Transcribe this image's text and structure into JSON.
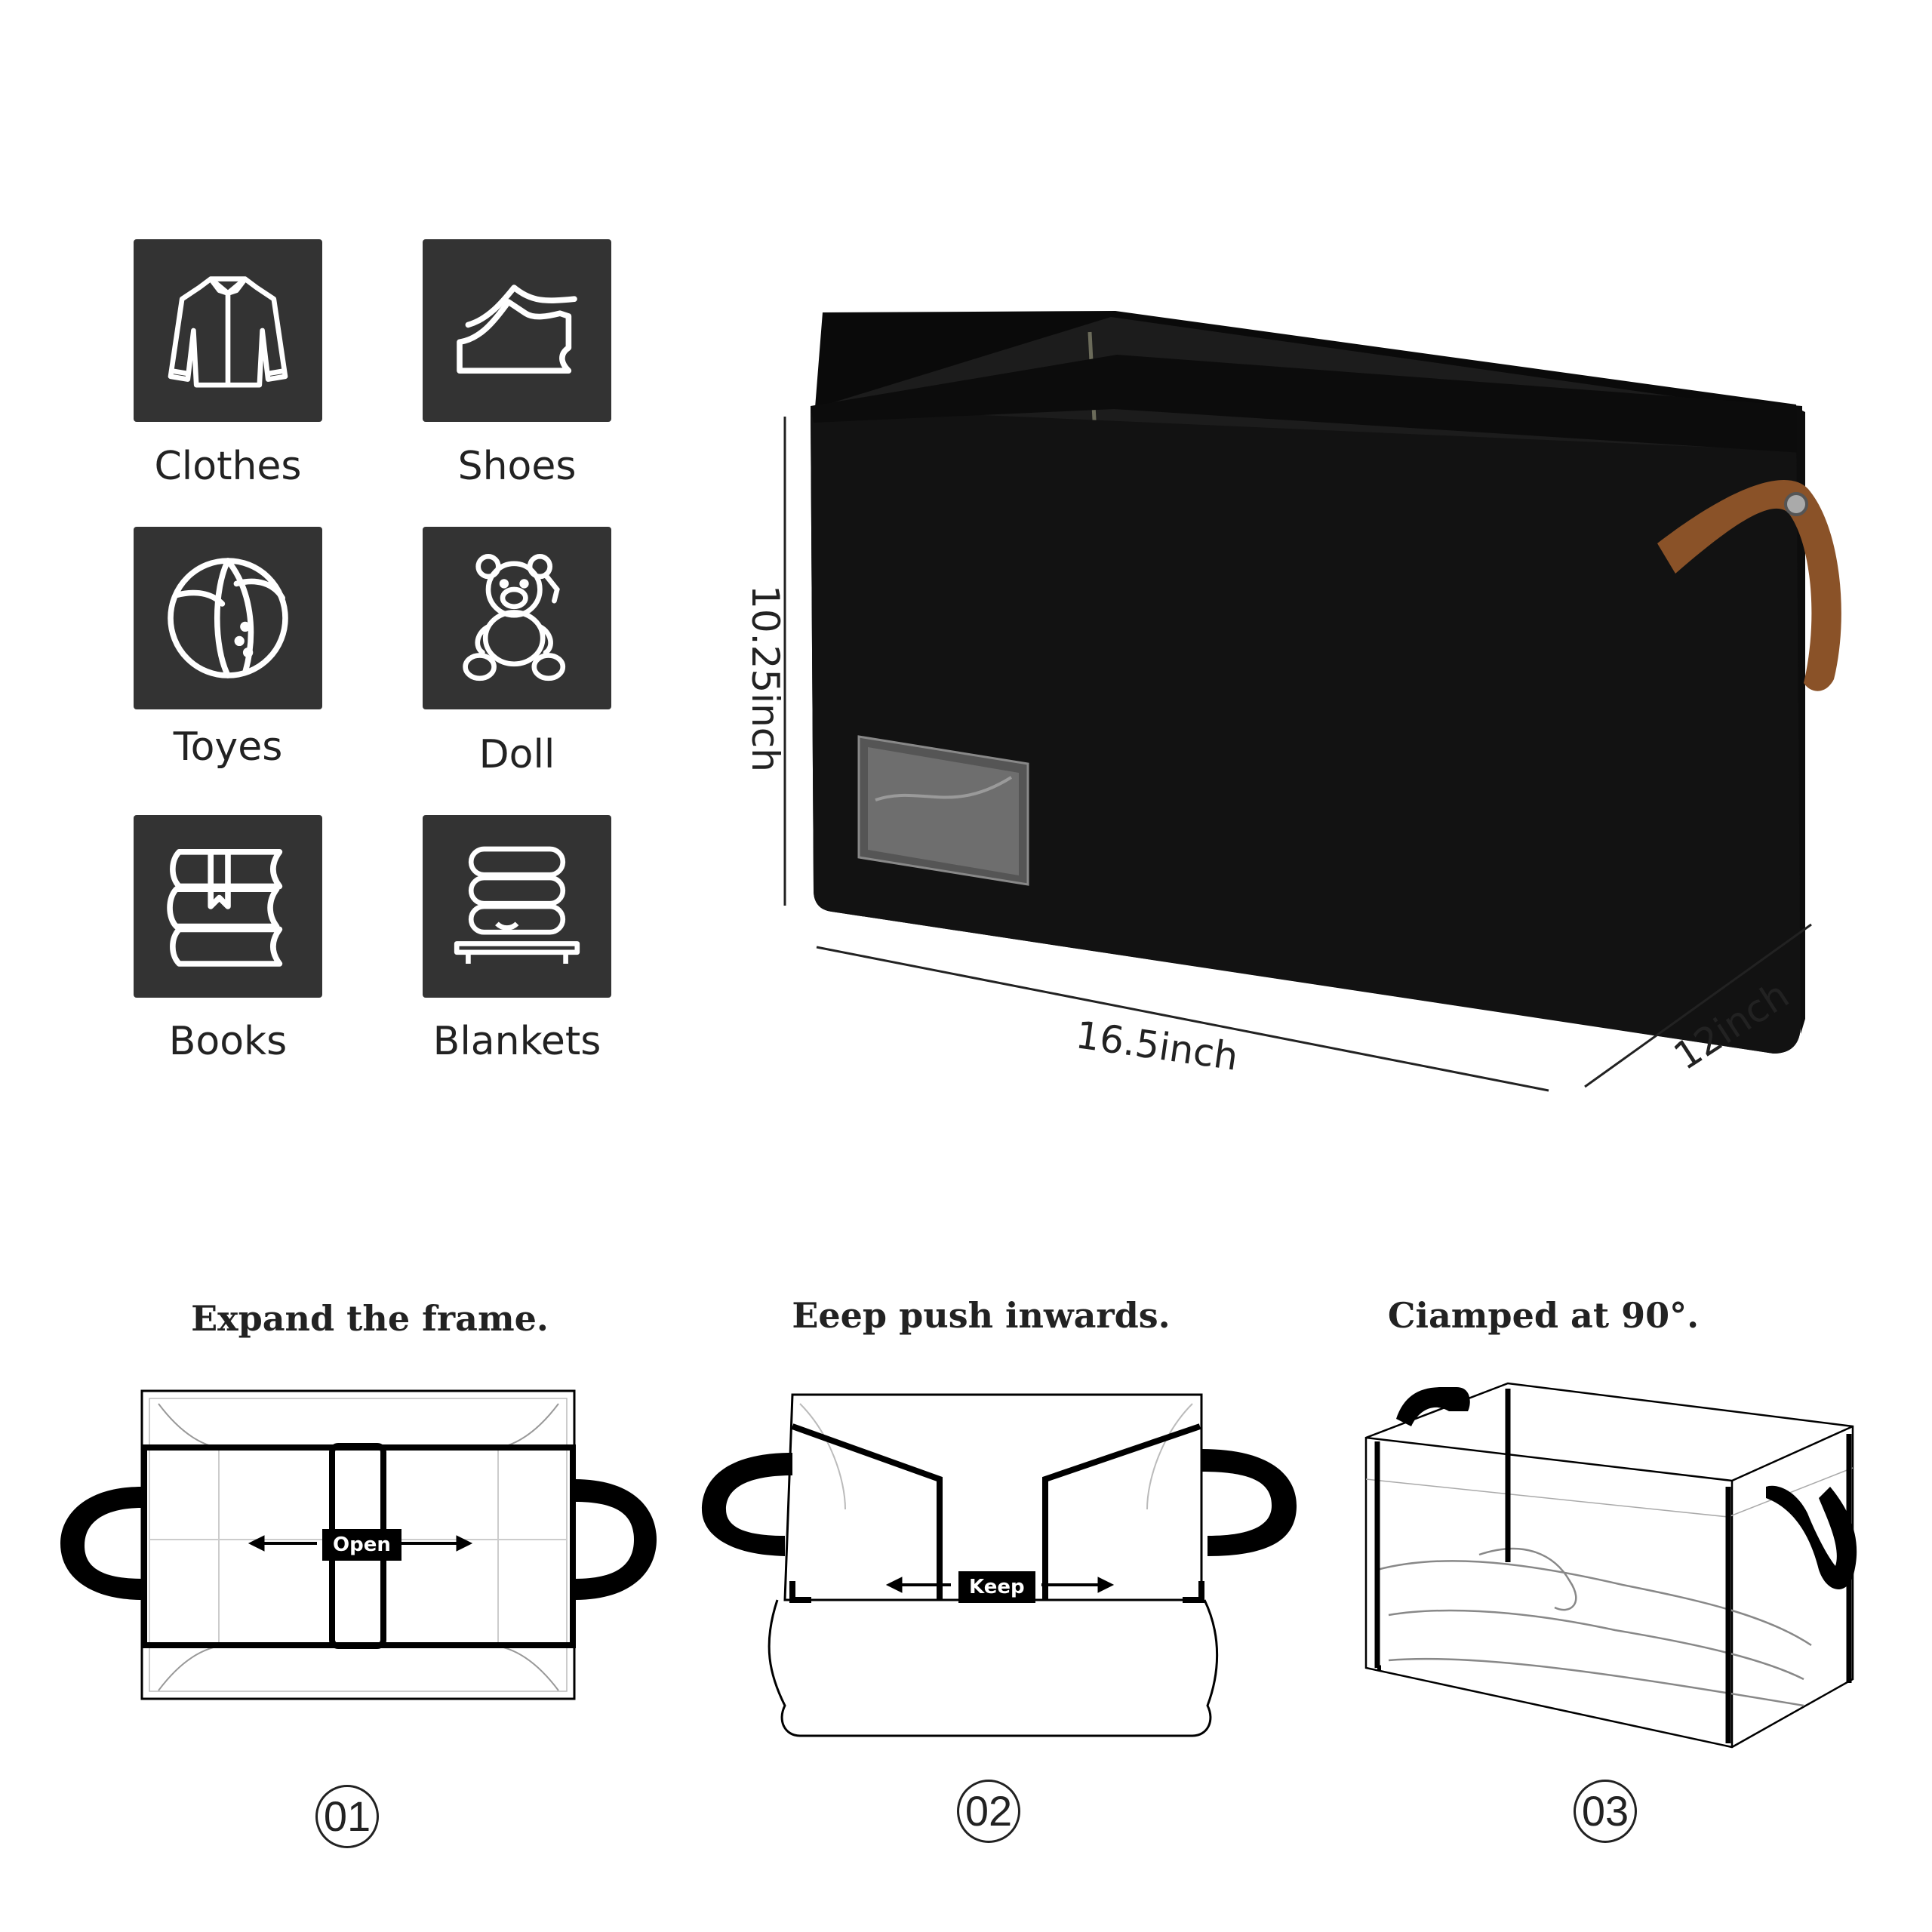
{
  "categories": [
    {
      "label": "Clothes",
      "icon": "shirt-icon"
    },
    {
      "label": "Shoes",
      "icon": "shoe-icon"
    },
    {
      "label": "Toyes",
      "icon": "ball-icon"
    },
    {
      "label": "Doll",
      "icon": "teddy-bear-icon"
    },
    {
      "label": "Books",
      "icon": "books-icon"
    },
    {
      "label": "Blankets",
      "icon": "blankets-icon"
    }
  ],
  "dimensions": {
    "height": "10.25inch",
    "length": "16.5inch",
    "width": "12inch"
  },
  "steps": [
    {
      "title": "Expand the frame.",
      "tag": "Open",
      "number": "01"
    },
    {
      "title": "Eeep push inwards.",
      "tag": "Keep",
      "number": "02"
    },
    {
      "title": "Ciamped at 90°.",
      "number": "03"
    }
  ],
  "colors": {
    "tile": "#333333",
    "box": "#111111",
    "handle": "#8a5228"
  }
}
